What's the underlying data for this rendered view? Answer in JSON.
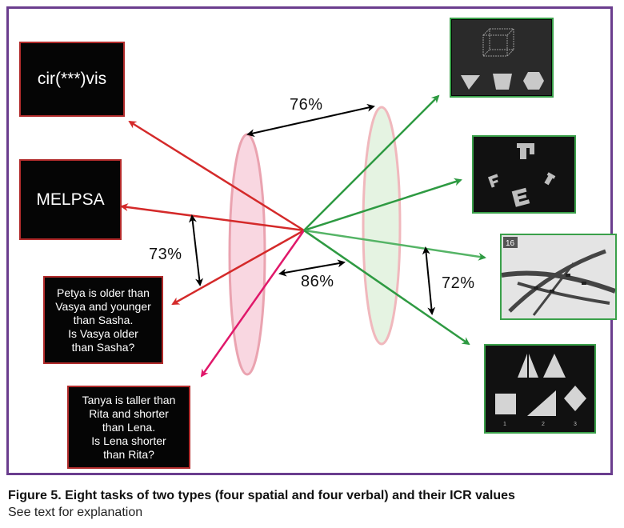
{
  "tasks": {
    "verbal": [
      {
        "text": "cir(***)vis"
      },
      {
        "text": "MELPSA"
      },
      {
        "text": "Petya is older than\nVasya and younger\nthan Sasha.\nIs Vasya older\nthan Sasha?"
      },
      {
        "text": "Tanya is taller than\nRita and shorter\nthan Lena.\nIs Lena shorter\nthan Rita?"
      }
    ],
    "spatial": [
      {
        "icon": "3d-cube-and-shapes-icon"
      },
      {
        "icon": "rotated-letters-icon"
      },
      {
        "icon": "road-interchange-photo-icon",
        "badge": "16"
      },
      {
        "icon": "shape-assembly-icon",
        "labels": [
          "1",
          "2",
          "3"
        ]
      }
    ]
  },
  "icr": {
    "between_groups_top": "76%",
    "verbal_pair": "73%",
    "between_groups_mid": "86%",
    "spatial_pair": "72%"
  },
  "caption": {
    "title": "Figure 5. Eight tasks of two types (four spatial and four verbal) and their ICR values",
    "note": "See text for explanation"
  },
  "colors": {
    "frame": "#6a3d8e",
    "verbal_arrow": "#d42a2a",
    "spatial_arrow": "#2e9a42",
    "magenta_arrow": "#e0186a",
    "verbal_ellipse_fill": "#f9d3de",
    "spatial_ellipse_fill": "#e3f2df"
  }
}
